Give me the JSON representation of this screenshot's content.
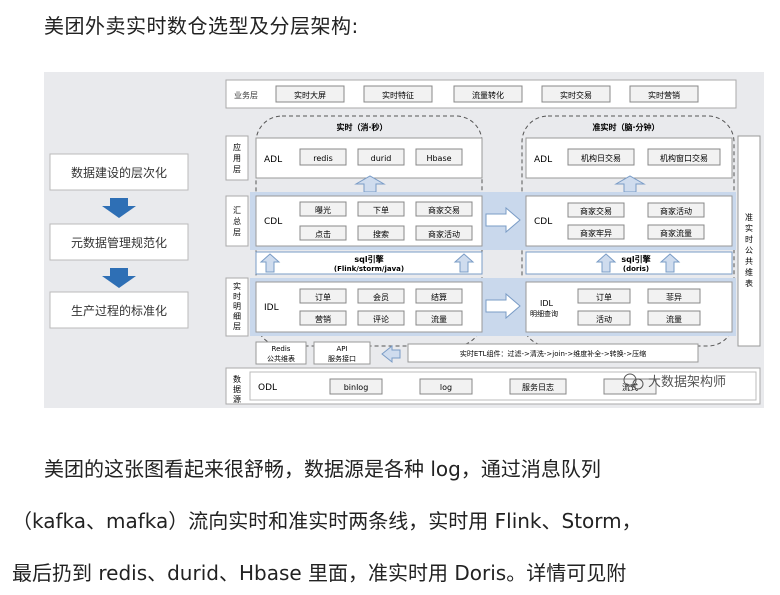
{
  "heading": "美团外卖实时数仓选型及分层架构:",
  "left_flow": [
    "数据建设的层次化",
    "元数据管理规范化",
    "生产过程的标准化"
  ],
  "business": {
    "label": "业务层",
    "items": [
      "实时大屏",
      "实时特征",
      "流量转化",
      "实时交易",
      "实时营销"
    ]
  },
  "realtime_title": "实时（消·秒）",
  "near_title": "准实时（脑·分钟）",
  "layers": {
    "app": "应用层",
    "summary": "汇总层",
    "detail": "实时明细层",
    "source": "数据源"
  },
  "adl": {
    "label": "ADL",
    "items": [
      "redis",
      "durid",
      "Hbase"
    ]
  },
  "adl_right": {
    "label": "ADL",
    "items": [
      "机构日交易",
      "机构窗口交易"
    ]
  },
  "cdl": {
    "label": "CDL",
    "items": [
      "曝光",
      "下单",
      "商家交易",
      "点击",
      "搜索",
      "商家活动"
    ]
  },
  "cdl_right": {
    "label": "CDL",
    "items": [
      "商家交易",
      "商家活动",
      "商家牢异",
      "商家流量"
    ]
  },
  "engine_left": {
    "line1": "sql引擎",
    "line2": "(Flink/storm/java)"
  },
  "engine_right": {
    "line1": "sql引擎",
    "line2": "(doris)"
  },
  "idl": {
    "label": "IDL",
    "items": [
      "订单",
      "会员",
      "结算",
      "营销",
      "评论",
      "流量"
    ]
  },
  "idl_right": {
    "label": "IDL",
    "sub": "明细查询",
    "items": [
      "订单",
      "菲异",
      "活动",
      "流量"
    ]
  },
  "side_label": "准实时公共维表",
  "bottom": {
    "redis": [
      "Redis",
      "公共维表"
    ],
    "api": [
      "API",
      "服务接口"
    ],
    "etl": "实时ETL组件：过滤->清洗->join->维度补全->转换->压缩"
  },
  "odl": {
    "label": "ODL",
    "items": [
      "binlog",
      "log",
      "服务日志"
    ],
    "last": "流式"
  },
  "watermark": "大数据架构师",
  "paragraphs": [
    "美团的这张图看起来很舒畅，数据源是各种 log，通过消息队列",
    "（kafka、mafka）流向实时和准实时两条线，实时用 Flink、Storm，",
    "最后扔到 redis、durid、Hbase 里面，准实时用 Doris。详情可见附"
  ],
  "colors": {
    "accent": "#2e6fb5",
    "box_border": "#8a8a8a",
    "band": "#c9d8ec",
    "arrow": "#b8cde8"
  }
}
